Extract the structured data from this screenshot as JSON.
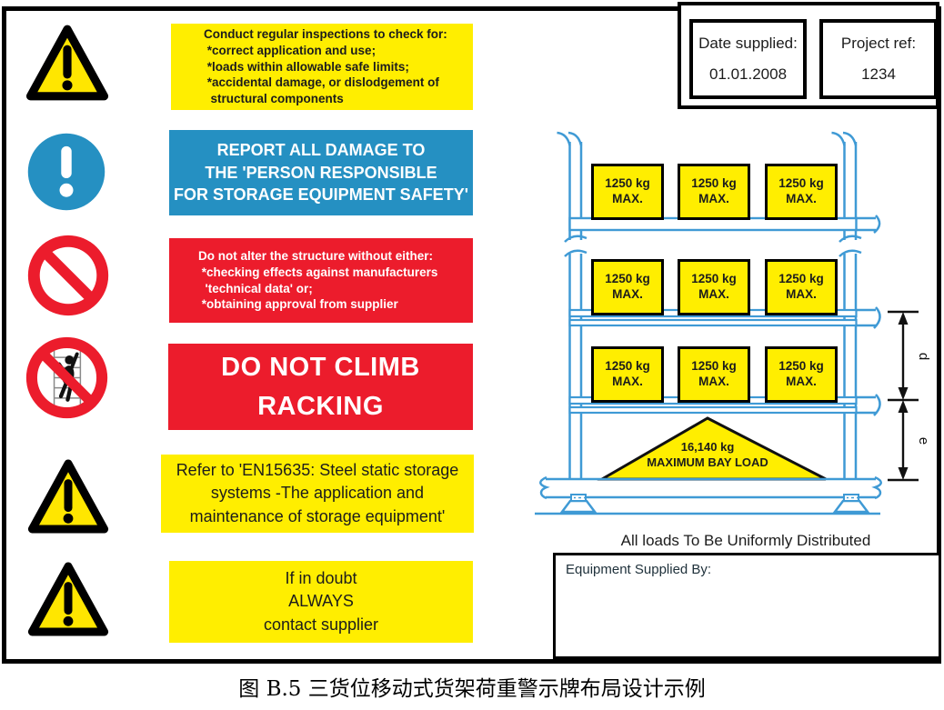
{
  "colors": {
    "sign_yellow": "#FFEE00",
    "mandatory_blue": "#2590C2",
    "prohibition_red": "#EC1C2C",
    "rack_blue": "#3F9AD5",
    "dimension_black": "#111111"
  },
  "header": {
    "date_supplied": {
      "label": "Date supplied:",
      "value": "01.01.2008"
    },
    "project_ref": {
      "label": "Project ref:",
      "value": "1234"
    }
  },
  "messages": {
    "inspect": "Conduct regular inspections to check for:\n *correct application and use;\n *loads within allowable safe limits;\n *accidental damage, or dislodgement of\n  structural components",
    "report": "REPORT ALL DAMAGE TO\nTHE 'PERSON RESPONSIBLE\nFOR STORAGE EQUIPMENT SAFETY'",
    "alter": "Do not alter the structure without either:\n *checking effects against manufacturers\n  'technical data' or;\n *obtaining approval from supplier",
    "climb": "DO NOT CLIMB\nRACKING",
    "refer": "Refer to 'EN15635: Steel static storage\nsystems -The application and\nmaintenance of storage equipment'",
    "doubt": "If in doubt\nALWAYS\ncontact supplier"
  },
  "rack": {
    "cells": [
      "1250 kg\nMAX.",
      "1250 kg\nMAX.",
      "1250 kg\nMAX.",
      "1250 kg\nMAX.",
      "1250 kg\nMAX.",
      "1250 kg\nMAX.",
      "1250 kg\nMAX.",
      "1250 kg\nMAX.",
      "1250 kg\nMAX."
    ],
    "bay_load_value": "16,140 kg",
    "bay_load_label": "MAXIMUM BAY LOAD",
    "dim_d": "d",
    "dim_e": "e",
    "note": "All loads To Be Uniformly Distributed"
  },
  "equipment_box": {
    "label": "Equipment Supplied By:"
  },
  "caption": "图 B.5 三货位移动式货架荷重警示牌布局设计示例"
}
